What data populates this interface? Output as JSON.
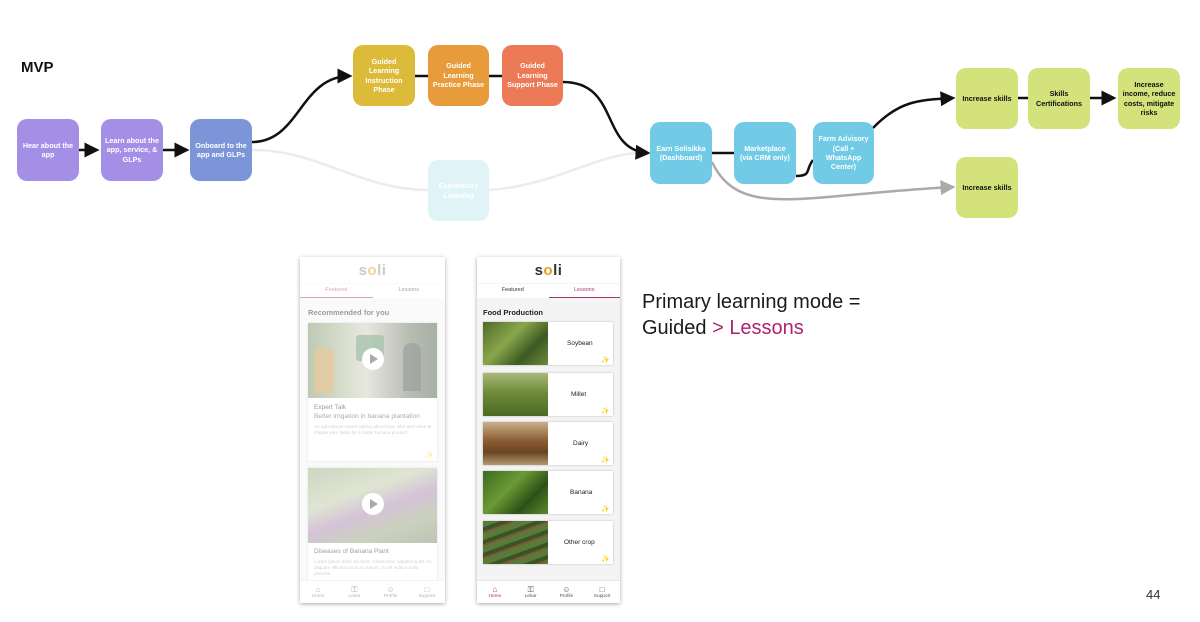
{
  "title": "MVP",
  "nodes": {
    "hear": "Hear about the app",
    "learn": "Learn about the app, service, & GLPs",
    "onboard": "Onboard to the app and GLPs",
    "instruction": "Guided Learning Instruction Phase",
    "practice": "Guided Learning Practice Phase",
    "support": "Guided Learning Support Phase",
    "exploratory": "Exploratory Learning",
    "earn": "Earn Solisikka (Dashboard)",
    "marketplace": "Marketplace (via CRM only)",
    "advisory": "Farm Advisory (Call + WhatsApp Center)",
    "skills1": "Increase skills",
    "certs": "Skills Certifications",
    "income": "Increase income, reduce costs, mitigate risks",
    "skills2": "Increase skills"
  },
  "colors": {
    "purple": "#a48fe6",
    "blue": "#7c95d8",
    "yellow": "#dcbb3a",
    "orange": "#e79b3a",
    "coral": "#ec7a56",
    "cyan": "#72cbe6",
    "green": "#d3e27a",
    "accent_pink": "#b03070"
  },
  "phone1": {
    "logo_prefix": "s",
    "logo_o": "o",
    "logo_suffix": "li",
    "tab_featured": "Featured",
    "tab_lessons": "Lessons",
    "section": "Recommended for you",
    "card1": {
      "title": "Expert Talk",
      "subtitle": "Better irrigation in banana plantation",
      "desc": "An agricultural expert talking about how, who and when to irrigate your fields for a better banana product."
    },
    "card2": {
      "title": "Diseases of Banana Plant",
      "desc": "Lorem ipsum dolor sit amet, consectetur adipiscing elit. In aliquam efficitur lacus ac rutrum. In vel nulla a nulla placerat"
    },
    "nav": [
      "Home",
      "Lekar",
      "Profile",
      "Support"
    ],
    "nav_icons": [
      "home-icon",
      "key-icon",
      "profile-icon",
      "chat-icon"
    ]
  },
  "phone2": {
    "logo_prefix": "s",
    "logo_o": "o",
    "logo_suffix": "li",
    "tab_featured": "Featured",
    "tab_lessons": "Lessons",
    "section": "Food Production",
    "crops": [
      "Soybean",
      "Millet",
      "Dairy",
      "Banana",
      "Other crop"
    ],
    "nav": [
      "Home",
      "Lekar",
      "Profile",
      "Support"
    ],
    "nav_icons": [
      "home-icon",
      "key-icon",
      "profile-icon",
      "chat-icon"
    ]
  },
  "caption": {
    "line1": "Primary learning mode =",
    "line2_a": "Guided",
    "line2_sep": ">",
    "line2_b": "Lessons"
  },
  "page_number": "44"
}
